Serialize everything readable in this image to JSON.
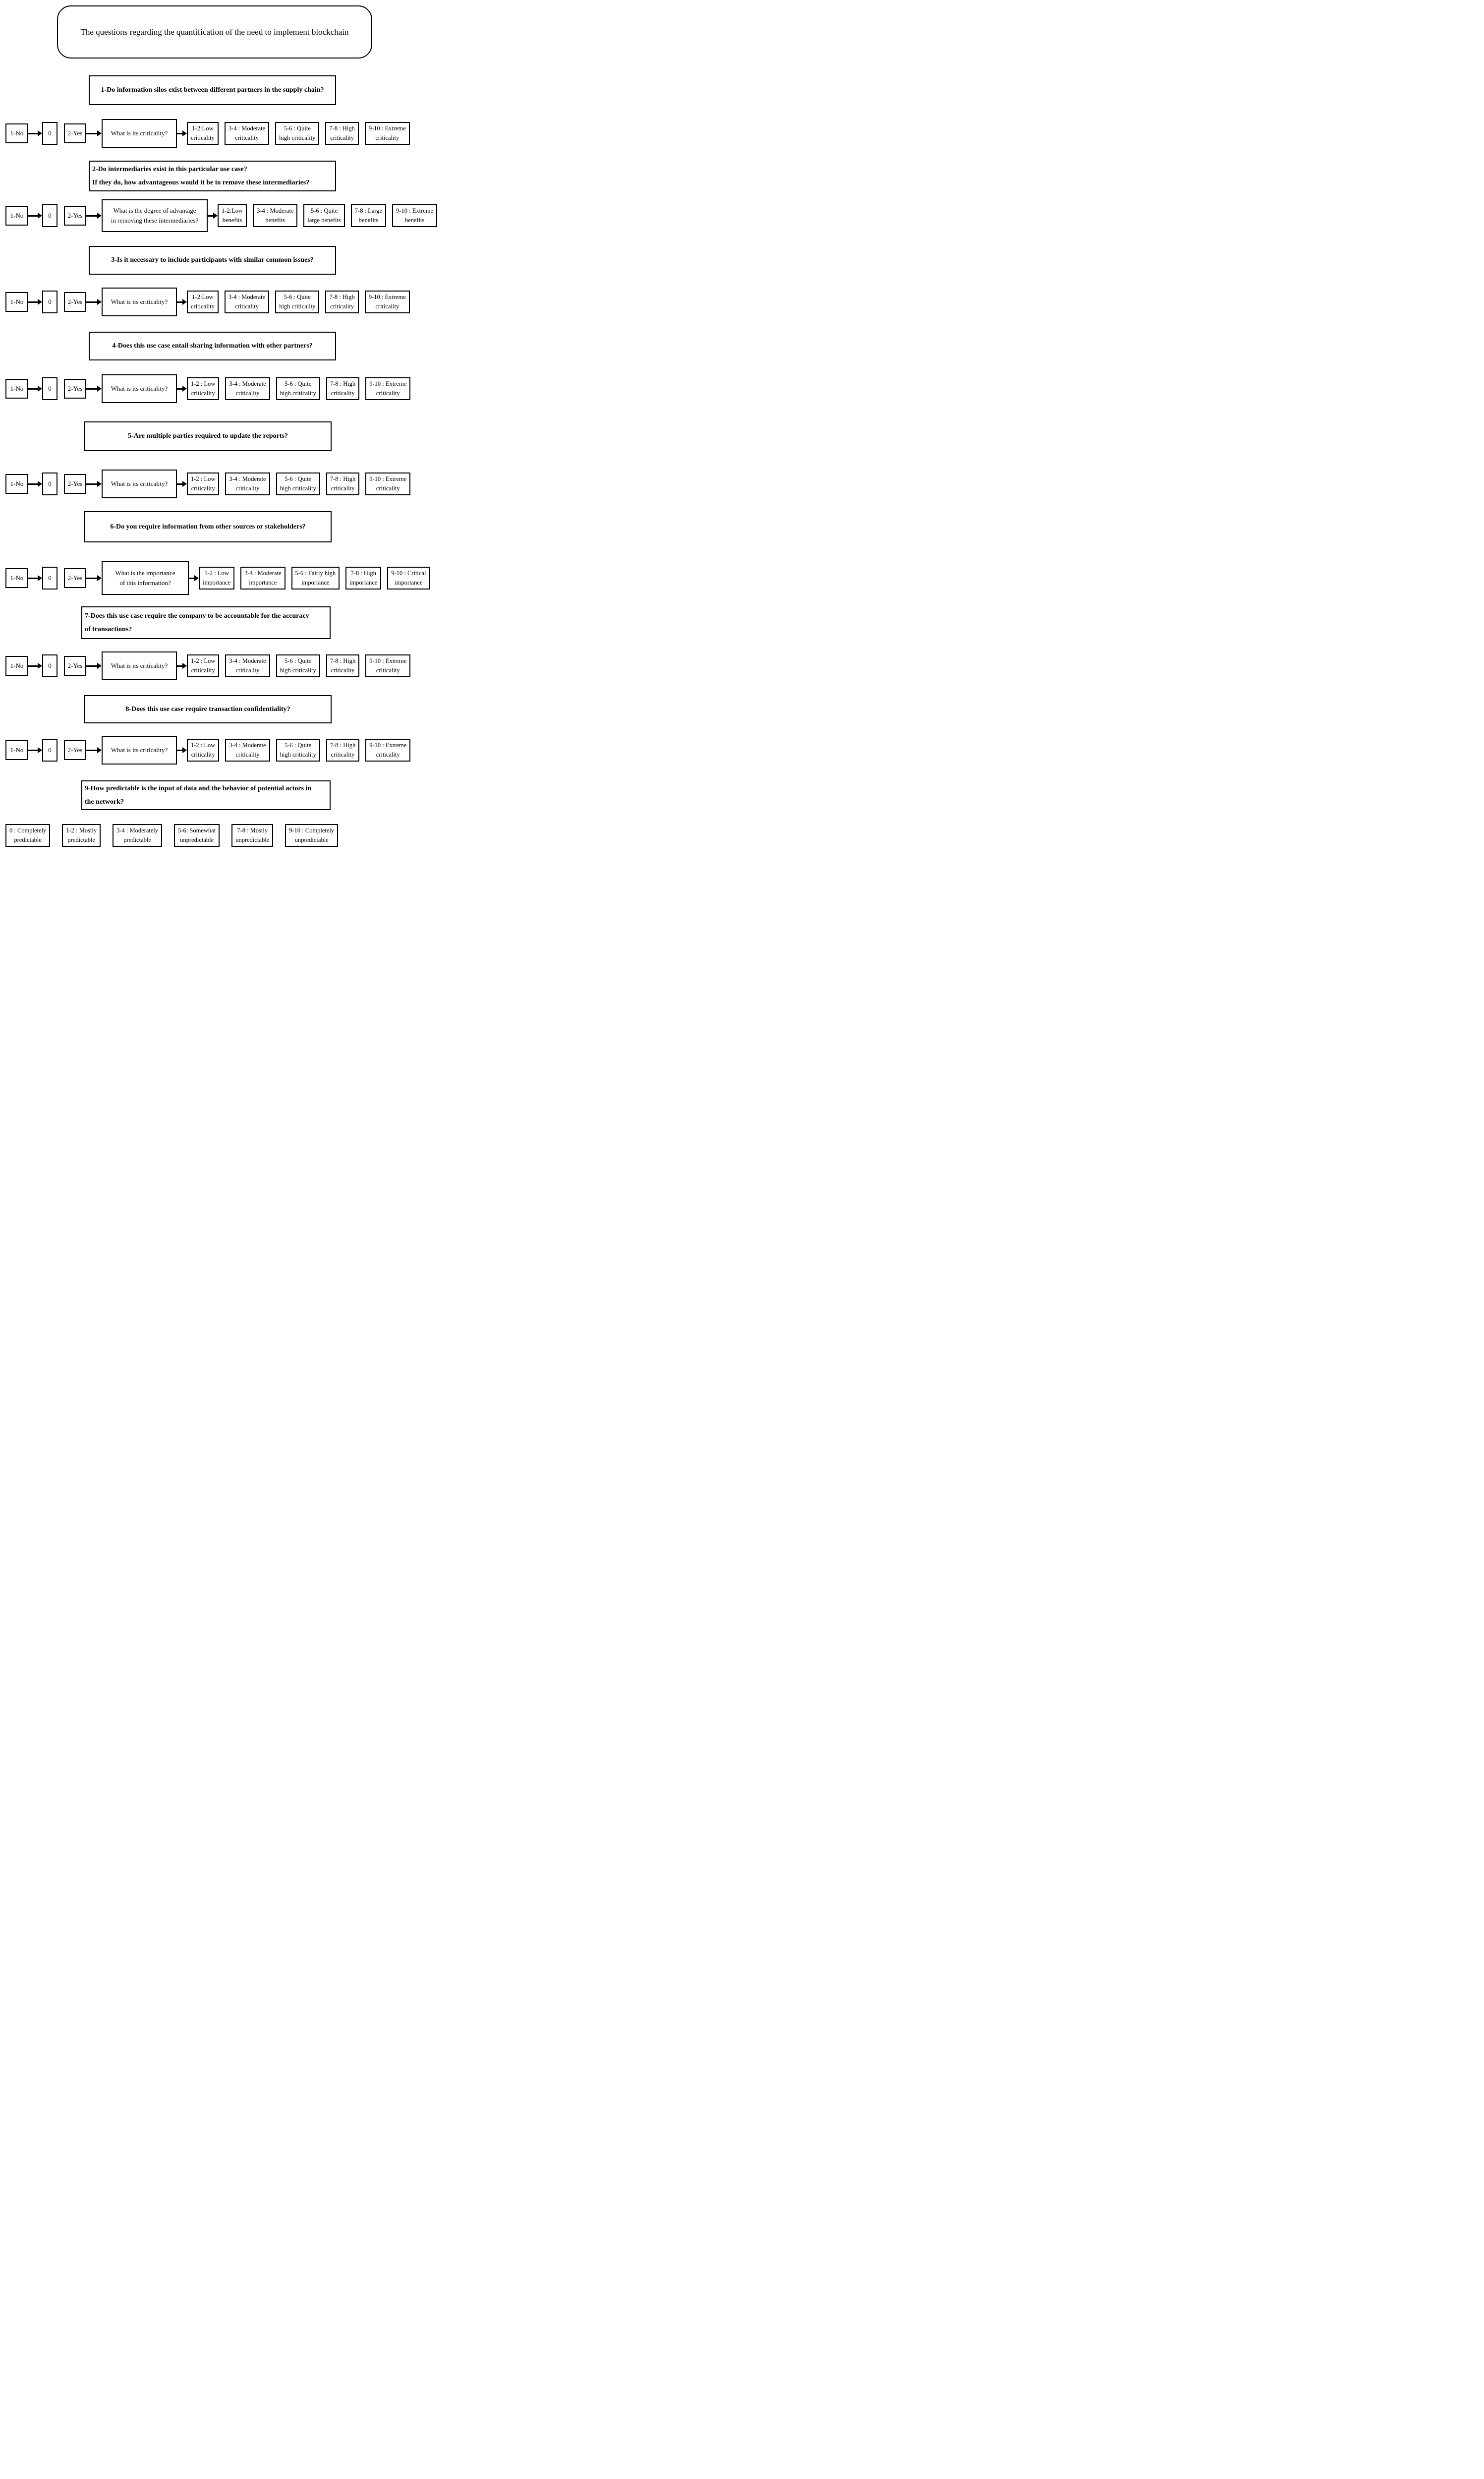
{
  "title": "The questions regarding the quantification of the need to implement blockchain",
  "flow": {
    "no": "1-No",
    "zero": "0",
    "yes": "2-Yes"
  },
  "sections": [
    {
      "question_lines": [
        "1-Do information silos exist between different partners in the supply chain?"
      ],
      "prompt_lines": [
        "What is its criticality?"
      ],
      "ratings": [
        [
          "1-2:Low",
          "criticality"
        ],
        [
          "3-4 : Moderate",
          "criticality"
        ],
        [
          "5-6 : Quite",
          "high criticality"
        ],
        [
          "7-8 : High",
          "criticality"
        ],
        [
          "9-10 : Extreme",
          "criticality"
        ]
      ]
    },
    {
      "question_lines": [
        "2-Do intermediaries exist in this particular use case?",
        "If they do, how advantageous would it be to remove these intermediaries?"
      ],
      "prompt_lines": [
        "What is the degree of advantage",
        "in removing these intermediaries?"
      ],
      "ratings": [
        [
          "1-2:Low",
          "benefits"
        ],
        [
          "3-4 : Moderate",
          "benefits"
        ],
        [
          "5-6 : Quite",
          "large benefits"
        ],
        [
          "7-8 : Large",
          "benefits"
        ],
        [
          "9-10 : Extreme",
          "benefits"
        ]
      ]
    },
    {
      "question_lines": [
        "3-Is it necessary to include participants with similar common issues?"
      ],
      "prompt_lines": [
        "What is its criticality?"
      ],
      "ratings": [
        [
          "1-2:Low",
          "criticality"
        ],
        [
          "3-4 : Moderate",
          "criticality"
        ],
        [
          "5-6 : Quite",
          "high criticality"
        ],
        [
          "7-8 : High",
          "criticality"
        ],
        [
          "9-10 : Extreme",
          "criticality"
        ]
      ]
    },
    {
      "question_lines": [
        "4-Does this use case entail sharing information with other partners?"
      ],
      "prompt_lines": [
        "What is its criticality?"
      ],
      "ratings": [
        [
          "1-2 : Low",
          "criticality"
        ],
        [
          "3-4 : Moderate",
          "criticality"
        ],
        [
          "5-6 : Quite",
          "high criticality"
        ],
        [
          "7-8 : High",
          "criticality"
        ],
        [
          "9-10 : Extreme",
          "criticality"
        ]
      ]
    },
    {
      "question_lines": [
        "5-Are multiple parties required to update the reports?"
      ],
      "prompt_lines": [
        "What is its criticality?"
      ],
      "ratings": [
        [
          "1-2 : Low",
          "criticality"
        ],
        [
          "3-4 : Moderate",
          "criticality"
        ],
        [
          "5-6 : Quite",
          "high criticality"
        ],
        [
          "7-8 : High",
          "criticality"
        ],
        [
          "9-10 : Extreme",
          "criticality"
        ]
      ]
    },
    {
      "question_lines": [
        "6-Do you require information from other sources or stakeholders?"
      ],
      "prompt_lines": [
        "What is the importance",
        "of this information?"
      ],
      "ratings": [
        [
          "1-2 : Low",
          "importance"
        ],
        [
          "3-4 : Moderate",
          "importance"
        ],
        [
          "5-6 : Fairly high",
          "importance"
        ],
        [
          "7-8 : High",
          "importance"
        ],
        [
          "9-10 : Critical",
          "importance"
        ]
      ]
    },
    {
      "question_lines": [
        "7-Does this use case require the company to be accountable for the accuracy",
        "of transactions?"
      ],
      "prompt_lines": [
        "What is its criticality?"
      ],
      "ratings": [
        [
          "1-2 : Low",
          "criticality"
        ],
        [
          "3-4 : Moderate",
          "criticality"
        ],
        [
          "5-6 : Quite",
          "high criticality"
        ],
        [
          "7-8 : High",
          "criticality"
        ],
        [
          "9-10 : Extreme",
          "criticality"
        ]
      ]
    },
    {
      "question_lines": [
        "8-Does this use case require transaction confidentiality?"
      ],
      "prompt_lines": [
        "What is its criticality?"
      ],
      "ratings": [
        [
          "1-2 : Low",
          "criticality"
        ],
        [
          "3-4 : Moderate",
          "criticality"
        ],
        [
          "5-6 : Quite",
          "high criticality"
        ],
        [
          "7-8 : High",
          "criticality"
        ],
        [
          "9-10 : Extreme",
          "criticality"
        ]
      ]
    },
    {
      "question_lines": [
        "9-How predictable is the input of data and the behavior of potential actors in",
        "the network?"
      ]
    }
  ],
  "final_scale": [
    [
      "0 : Completely",
      "predictable"
    ],
    [
      "1-2 : Mostly",
      "predictable"
    ],
    [
      "3-4 : Moderately",
      "predictable"
    ],
    [
      "5-6: Somewhat",
      "unpredictable"
    ],
    [
      "7-8 : Mostly",
      "unpredictable"
    ],
    [
      "9-10 : Completely",
      "unpredictable"
    ]
  ]
}
